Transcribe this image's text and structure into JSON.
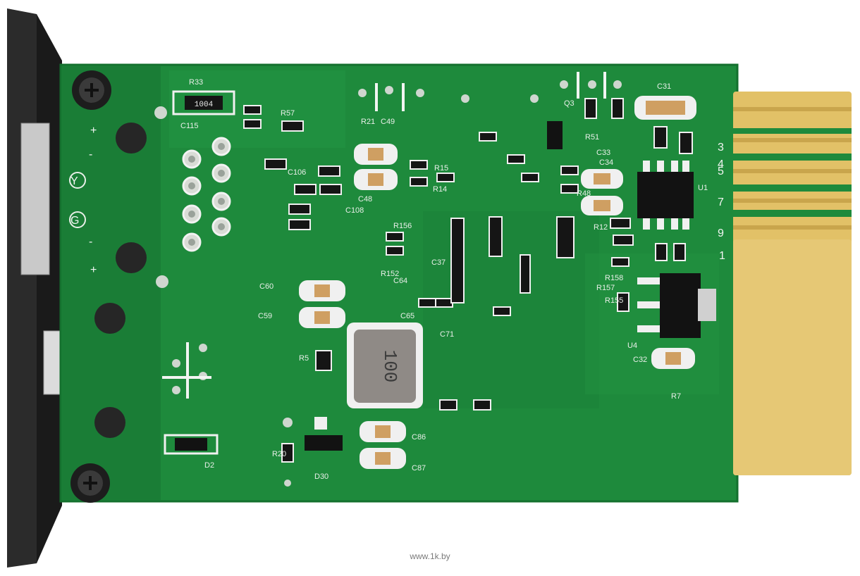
{
  "scene": {
    "kind": "photo-of-pcb",
    "subject": "UPS network card circuit board",
    "watermark": "www.1k.by",
    "colors": {
      "board": "#1e8a3c",
      "board_dark": "#156e2e",
      "silkscreen": "#e8efe8",
      "gold": "#e2c167",
      "bracket": "#2b2b2b"
    }
  },
  "silkscreen": {
    "edge_numbers": [
      "3",
      "4",
      "5",
      "7",
      "9",
      "1"
    ],
    "front_symbols": [
      "+",
      "-",
      "Y",
      "G",
      "-",
      "+"
    ],
    "inductor_marking": "100",
    "resistor_marking": "1004",
    "labels": {
      "r33": "R33",
      "c115": "C115",
      "r57": "R57",
      "c31": "C31",
      "r51": "R51",
      "c33": "C33",
      "c34": "C34",
      "c48": "C48",
      "c49": "C49",
      "r21": "R21",
      "c108": "C108",
      "c60": "C60",
      "c59": "C59",
      "r5": "R5",
      "c64": "C64",
      "c65": "C65",
      "c86": "C86",
      "c87": "C87",
      "d2": "D2",
      "d30": "D30",
      "r20": "R20",
      "u4": "U4",
      "c32": "C32",
      "r7": "R7",
      "r157": "R157",
      "r158": "R158",
      "r155": "R155",
      "r15": "R15",
      "r14": "R14",
      "r12": "R12",
      "r48": "R48",
      "q3": "Q3",
      "u1": "U1",
      "c106": "C106",
      "r152": "R152",
      "r156": "R156",
      "c37": "C37",
      "c71": "C71"
    }
  }
}
